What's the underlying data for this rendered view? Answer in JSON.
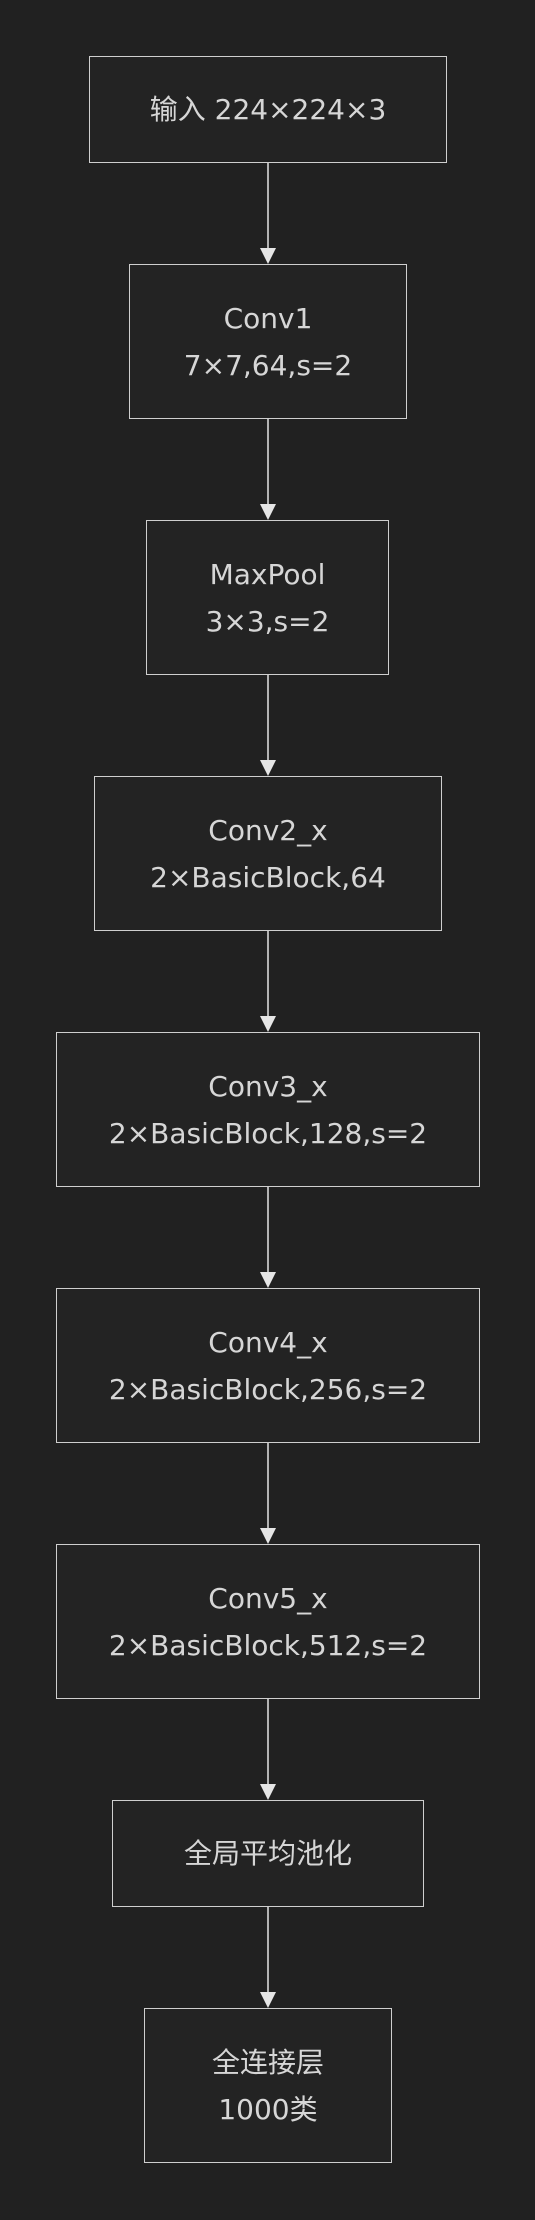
{
  "diagram": {
    "nodes": [
      {
        "id": "input",
        "lines": [
          "输入 224×224×3"
        ]
      },
      {
        "id": "conv1",
        "lines": [
          "Conv1",
          "7×7,64,s=2"
        ]
      },
      {
        "id": "maxpool",
        "lines": [
          "MaxPool",
          "3×3,s=2"
        ]
      },
      {
        "id": "conv2",
        "lines": [
          "Conv2_x",
          "2×BasicBlock,64"
        ]
      },
      {
        "id": "conv3",
        "lines": [
          "Conv3_x",
          "2×BasicBlock,128,s=2"
        ]
      },
      {
        "id": "conv4",
        "lines": [
          "Conv4_x",
          "2×BasicBlock,256,s=2"
        ]
      },
      {
        "id": "conv5",
        "lines": [
          "Conv5_x",
          "2×BasicBlock,512,s=2"
        ]
      },
      {
        "id": "gap",
        "lines": [
          "全局平均池化"
        ]
      },
      {
        "id": "fc",
        "lines": [
          "全连接层",
          "1000类"
        ]
      }
    ],
    "edges": [
      [
        "input",
        "conv1"
      ],
      [
        "conv1",
        "maxpool"
      ],
      [
        "maxpool",
        "conv2"
      ],
      [
        "conv2",
        "conv3"
      ],
      [
        "conv3",
        "conv4"
      ],
      [
        "conv4",
        "conv5"
      ],
      [
        "conv5",
        "gap"
      ],
      [
        "gap",
        "fc"
      ]
    ],
    "colors": {
      "background": "#212121",
      "node_fill": "#232323",
      "node_border": "#cfcfcf",
      "text": "#d6d6d6",
      "arrow": "#d8d8d8"
    }
  }
}
